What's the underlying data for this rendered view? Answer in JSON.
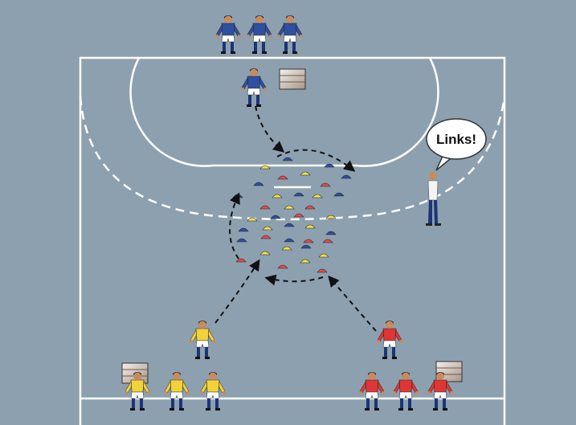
{
  "coach": {
    "speech": "Links!"
  },
  "colors": {
    "court_background": "#8da0af",
    "court_lines": "#ffffff",
    "team_blue": "#2f4fa0",
    "team_yellow": "#f2d23a",
    "team_red": "#e03535",
    "cone_blue": "#2f4fa0",
    "cone_yellow": "#f2e04a",
    "cone_red": "#e84a4a",
    "shorts": "#ffffff",
    "socks": "#1c3577",
    "skin": "#c88a5e",
    "arrows": "#111111"
  },
  "groups": [
    {
      "name": "blue-waiting-group",
      "team": "blue",
      "count": 3
    },
    {
      "name": "blue-active-player",
      "team": "blue",
      "count": 1
    },
    {
      "name": "yellow-waiting-group",
      "team": "yellow",
      "count": 3
    },
    {
      "name": "yellow-active-player",
      "team": "yellow",
      "count": 1
    },
    {
      "name": "red-waiting-group",
      "team": "red",
      "count": 3
    },
    {
      "name": "red-active-player",
      "team": "red",
      "count": 1
    }
  ],
  "equipment": [
    "ball-box",
    "ball-box",
    "ball-box",
    "cone-field",
    "cones"
  ]
}
